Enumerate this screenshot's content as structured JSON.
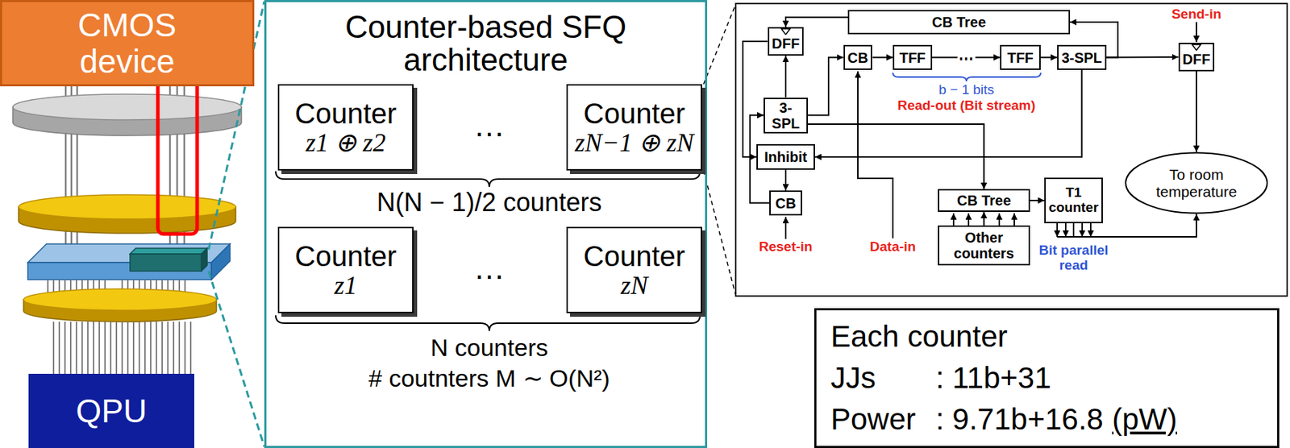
{
  "diagram": {
    "nodes": [
      {
        "text": [
          "CMOS device"
        ]
      },
      {
        "text": [
          "QPU"
        ]
      },
      {
        "text": [
          "Counter-based SFQ architecture"
        ]
      },
      {
        "text": [
          "Counter",
          "z1 ⊕ z2"
        ],
        "in": 2
      },
      {
        "text": [
          "Counter",
          "zN−1 ⊕ zN"
        ],
        "in": 2
      },
      {
        "text": [
          "Counter",
          "z1"
        ],
        "in": 2
      },
      {
        "text": [
          "Counter",
          "zN"
        ],
        "in": 2
      },
      {
        "text": [
          "CB Tree"
        ]
      },
      {
        "text": [
          "DFF"
        ]
      },
      {
        "text": [
          "CB"
        ]
      },
      {
        "text": [
          "TFF"
        ]
      },
      {
        "text": [
          "TFF"
        ]
      },
      {
        "text": [
          "3-SPL"
        ]
      },
      {
        "text": [
          "DFF"
        ]
      },
      {
        "text": [
          "3-SPL"
        ]
      },
      {
        "text": [
          "Inhibit"
        ]
      },
      {
        "text": [
          "CB"
        ]
      },
      {
        "text": [
          "CB Tree"
        ]
      },
      {
        "text": [
          "T1 counter"
        ]
      },
      {
        "text": [
          "Other counters"
        ]
      },
      {
        "text": [
          "To room temperature"
        ]
      },
      {
        "text": [
          "Each counter",
          "JJs",
          ": 11b+31",
          "Power",
          ": 9.71b+16.8",
          "(pW)"
        ]
      }
    ],
    "edges": [
      {
        "from": 9,
        "to": 10,
        "arrow": "to"
      },
      {
        "from": 10,
        "to": 11,
        "label": "⋯",
        "arrow": "to"
      },
      {
        "from": 11,
        "to": 12,
        "arrow": "to"
      },
      {
        "from": 12,
        "to": 13,
        "arrow": "to"
      },
      {
        "from": 12,
        "to": 7,
        "arrow": "to"
      },
      {
        "from": 7,
        "to": 8,
        "arrow": "to"
      },
      {
        "from": 12,
        "to": 15,
        "arrow": "to"
      },
      {
        "from": 16,
        "to": 14,
        "arrow": "to"
      },
      {
        "from": 14,
        "to": 8,
        "arrow": "to"
      },
      {
        "from": 14,
        "to": 9,
        "arrow": "to"
      },
      {
        "from": 14,
        "to": 17,
        "arrow": "to"
      },
      {
        "from": 15,
        "to": 16,
        "arrow": "to"
      },
      {
        "from": 8,
        "to": 15,
        "arrow": "to"
      },
      {
        "from": 19,
        "to": 17,
        "arrow": "to"
      },
      {
        "from": 17,
        "to": 18,
        "arrow": "to"
      },
      {
        "from": 18,
        "to": 20,
        "arrow": "to"
      },
      {
        "from": 13,
        "to": 20,
        "arrow": "to"
      }
    ],
    "labels": [
      "…",
      "…",
      "N(N − 1)/2 counters",
      "N counters",
      "# coutnters M ∼ O(N²)",
      "Send-in",
      "b − 1 bits",
      "Read-out (Bit stream)",
      "Reset-in",
      "Data-in",
      "Bit parallel read"
    ]
  }
}
